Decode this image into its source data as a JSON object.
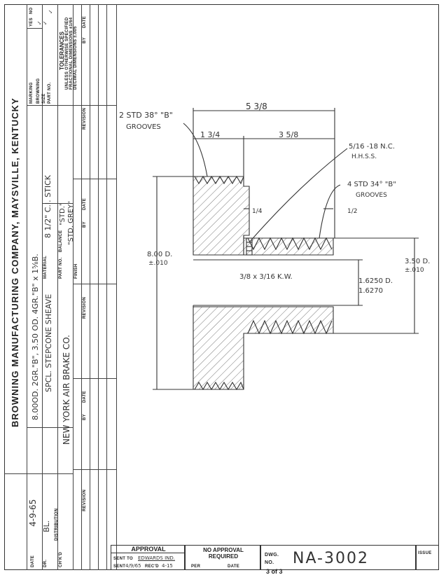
{
  "company": "BROWNING MANUFACTURING COMPANY, MAYSVILLE, KENTUCKY",
  "description_line1": "8.00OD. 2GR.\"B\", 3.50 OD. 4GR.\"B\" x 1⁵⁄₈B.",
  "description_line2": "SPCL. STEPCONE SHEAVE",
  "customer": "NEW YORK AIR BRAKE CO.",
  "material_label": "MATERIAL",
  "material_value": "8 1/2\" C.I. STICK",
  "part_no_label": "PART NO.",
  "balance_label": "BALANCE",
  "balance_value": "\"STD.\"",
  "finish_label": "FINISH",
  "finish_value": "\"STD. GREY\"",
  "marking_label": "MARKING",
  "marking_rows": [
    {
      "label": "BROWNING",
      "yes": "✓",
      "no": ""
    },
    {
      "label": "SIZE",
      "yes": "✓",
      "no": ""
    },
    {
      "label": "PART NO.",
      "yes": "",
      "no": "✓"
    }
  ],
  "yes_label": "YES",
  "no_label": "NO",
  "tolerances_title": "TOLERANCES",
  "tolerances_line1": "UNLESS OTHERWISE SPECIFIED",
  "tolerances_line2": "FRACTIONAL DIMENSIONS ±1/64",
  "tolerances_line3": "DECIMAL DIMENSIONS ±.005",
  "revision_label": "REVISION",
  "by_label": "BY",
  "date_label": "DATE",
  "date_field_label": "DATE",
  "date_value": "4-9-65",
  "dr_label": "DR.",
  "dr_value": "BL.",
  "chkd_label": "CH'K'D",
  "distribution_label": "DISTRIBUTION",
  "approval_label": "APPROVAL",
  "sent_to_label": "SENT TO",
  "sent_to_value": "EDWARDS IND.",
  "sent_label": "SENT",
  "sent_value": "4/9/65",
  "recd_label": "REC'D",
  "recd_value": "4-15",
  "no_approval_line1": "NO APPROVAL",
  "no_approval_line2": "REQUIRED",
  "per_label": "PER",
  "date2_label": "DATE",
  "dwg_label_1": "DWG.",
  "dwg_label_2": "NO.",
  "dwg_number": "NA-3002",
  "issue_label": "ISSUE",
  "page_indicator": "3 of 3",
  "dims": {
    "overall": "5 3/8",
    "left_hub": "1 3/4",
    "right_hub": "3 5/8",
    "grooves_2": "2 STD 38° \"B\"",
    "grooves_2b": "GROOVES",
    "setscrew": "5/16 -18 N.C.",
    "setscrew_b": "H.H.S.S.",
    "grooves_4": "4 STD 34° \"B\"",
    "grooves_4b": "GROOVES",
    "quarter": "1/4",
    "half": "1/2",
    "od_large": "8.00 D.",
    "od_large_tol": "±.010",
    "od_small": "3.50 D.",
    "od_small_tol": "±.010",
    "keyway": "3/8 x 3/16 K.W.",
    "bore_1": "1.6250 D.",
    "bore_2": "1.6270"
  }
}
